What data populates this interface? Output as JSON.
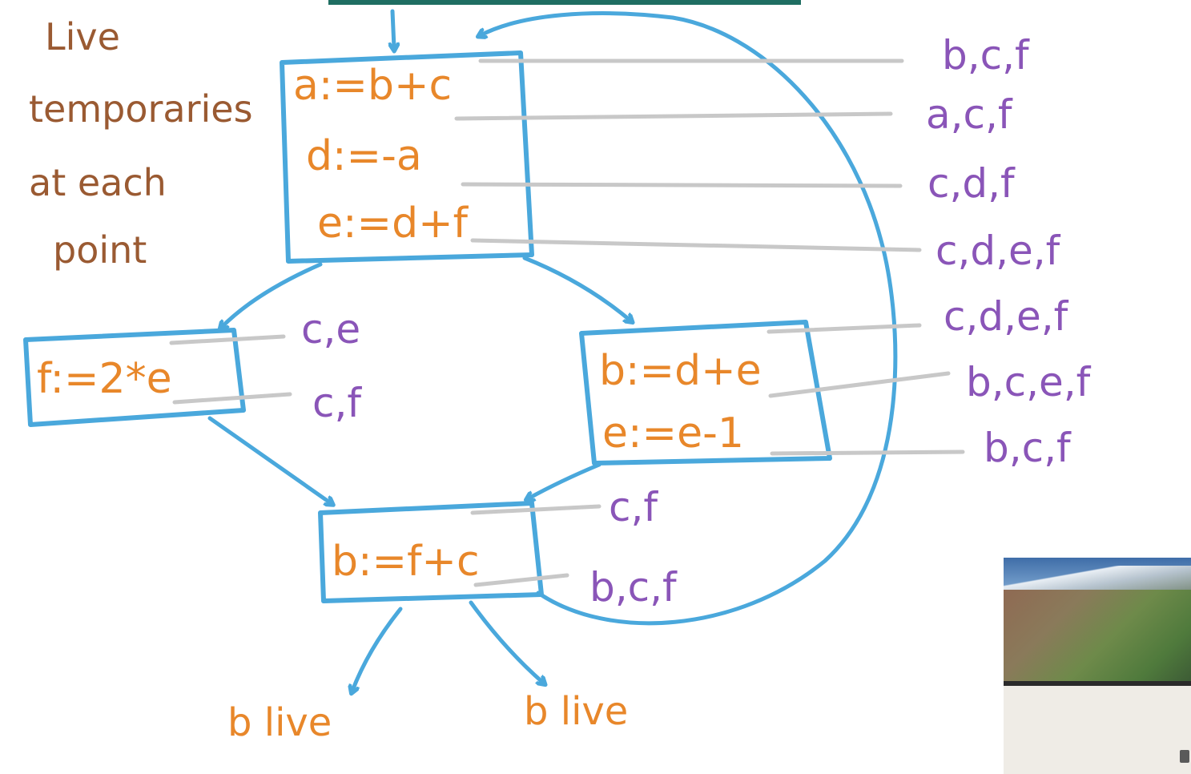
{
  "title_lines": [
    "Live",
    "temporaries",
    "at each",
    "point"
  ],
  "blocks": {
    "top": [
      "a:=b+c",
      "d:=-a",
      "e:=d+f"
    ],
    "left": [
      "f:=2*e"
    ],
    "right": [
      "b:=d+e",
      "e:=e-1"
    ],
    "bottom": [
      "b:=f+c"
    ]
  },
  "live_sets": {
    "top": [
      "b,c,f",
      "a,c,f",
      "c,d,f",
      "c,d,e,f"
    ],
    "right": [
      "c,d,e,f",
      "b,c,e,f",
      "b,c,f"
    ],
    "left": [
      "c,e",
      "c,f"
    ],
    "bottom": [
      "c,f",
      "b,c,f"
    ]
  },
  "exit_labels": [
    "b live",
    "b live"
  ],
  "colors": {
    "title": "#9a5a32",
    "code": "#e8872a",
    "live_set": "#8a55b8",
    "block_and_edge": "#4aa8dc",
    "leader_line": "#c8c8c8"
  }
}
